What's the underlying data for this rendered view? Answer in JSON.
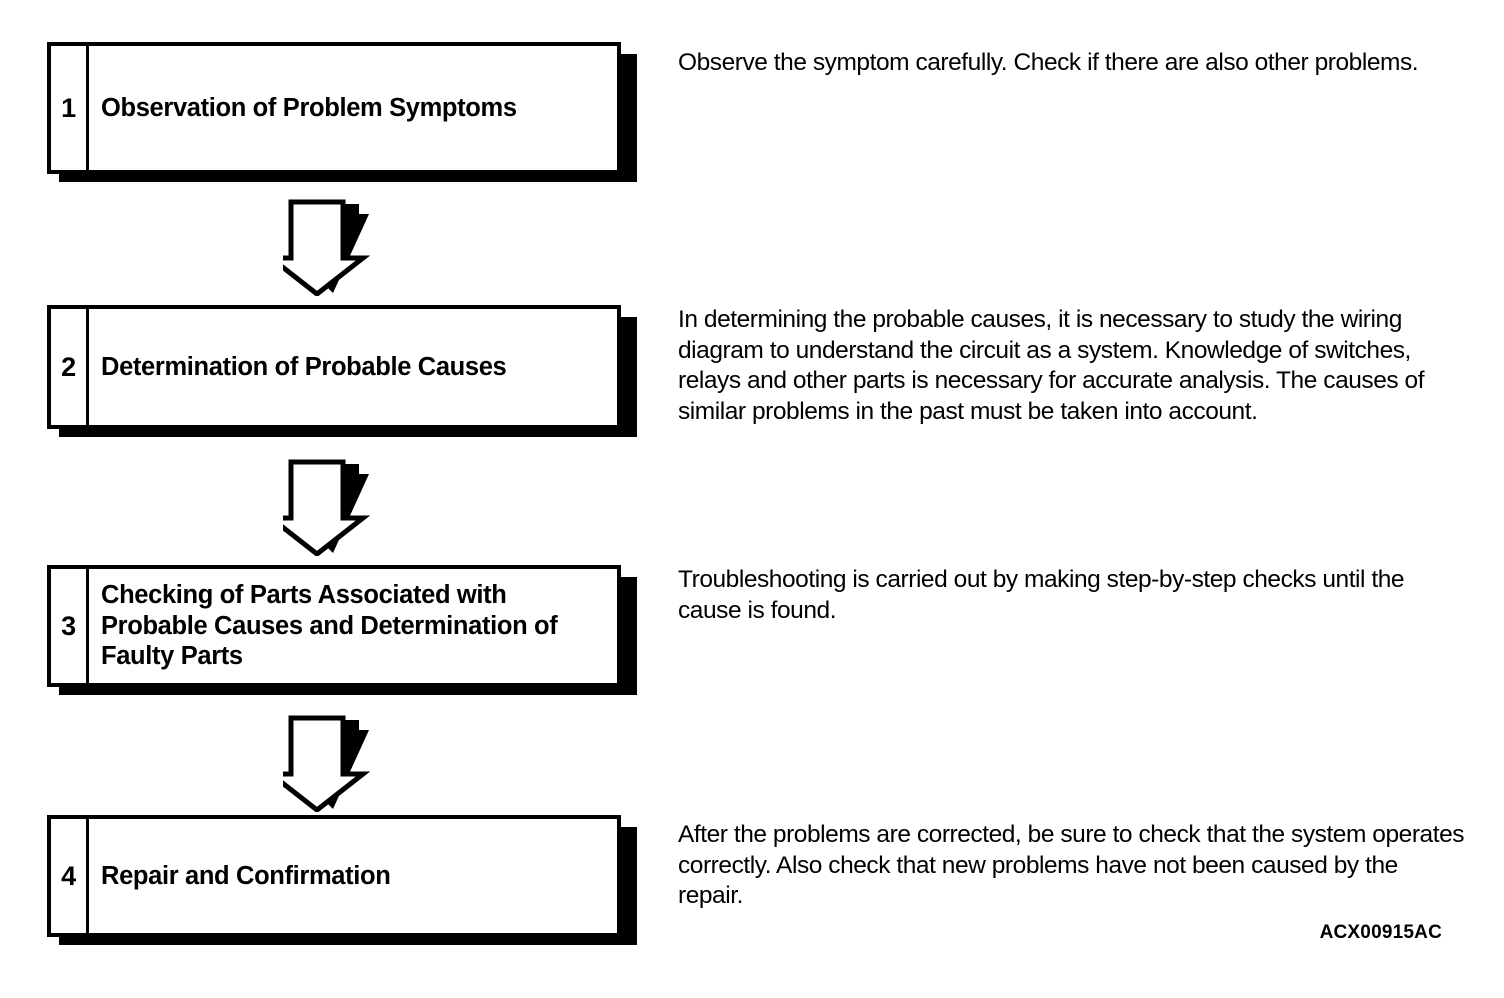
{
  "document": {
    "type": "troubleshooting-flowchart",
    "reference_code": "ACX00915AC",
    "background_color": "#ffffff",
    "ink_color": "#000000"
  },
  "steps": [
    {
      "number": "1",
      "title": "Observation of Problem Symptoms",
      "description": "Observe the symptom carefully. Check if there are also other problems."
    },
    {
      "number": "2",
      "title": "Determination of Probable Causes",
      "description": "In determining the probable causes, it is necessary to study the wiring diagram to understand the circuit as a system. Knowledge of switches, relays and other parts is necessary for accurate analysis. The causes of similar problems in the past must be taken into account."
    },
    {
      "number": "3",
      "title": "Checking of Parts Associated with Probable Causes and Determination of Faulty Parts",
      "description": "Troubleshooting is carried out by making step-by-step checks until the cause is found."
    },
    {
      "number": "4",
      "title": "Repair and Confirmation",
      "description": "After the problems are corrected, be sure to check that the system operates correctly. Also check that new problems have not been caused by the repair."
    }
  ],
  "connectors": [
    {
      "from_step": "1",
      "to_step": "2",
      "shape": "down-block-arrow"
    },
    {
      "from_step": "2",
      "to_step": "3",
      "shape": "down-block-arrow"
    },
    {
      "from_step": "3",
      "to_step": "4",
      "shape": "down-block-arrow"
    }
  ]
}
